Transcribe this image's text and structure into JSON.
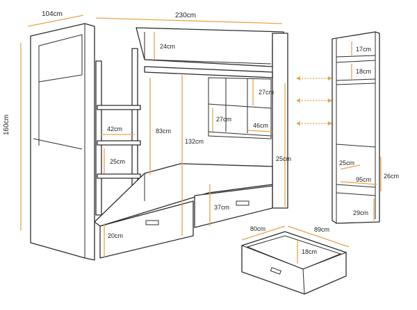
{
  "diagram": {
    "dimensions": {
      "bed_depth": "104cm",
      "bed_length": "230cm",
      "total_height": "160cm",
      "guard_height": "24cm",
      "ladder_step_width": "42cm",
      "ladder_step_gap": "25cm",
      "bottom_bunk_clearance": "83cm",
      "top_bunk_height": "132cm",
      "shelf_height_top": "27cm",
      "shelf_height_side": "27cm",
      "shelf_width": "46cm",
      "shelf_depth": "25cm",
      "drawer_front_height": "20cm",
      "drawer_section_height": "37cm",
      "bookcase_shelf_1": "17cm",
      "bookcase_shelf_2": "18cm",
      "bookcase_depth": "25cm",
      "bookcase_lower_height": "26cm",
      "bookcase_lower_width": "95cm",
      "bookcase_bottom_height": "29cm",
      "drawer_width": "80cm",
      "drawer_depth": "89cm",
      "drawer_height": "18cm"
    },
    "colors": {
      "dimension_line": "#e8a24a",
      "outline": "#2b2b2b",
      "background": "#ffffff"
    }
  }
}
